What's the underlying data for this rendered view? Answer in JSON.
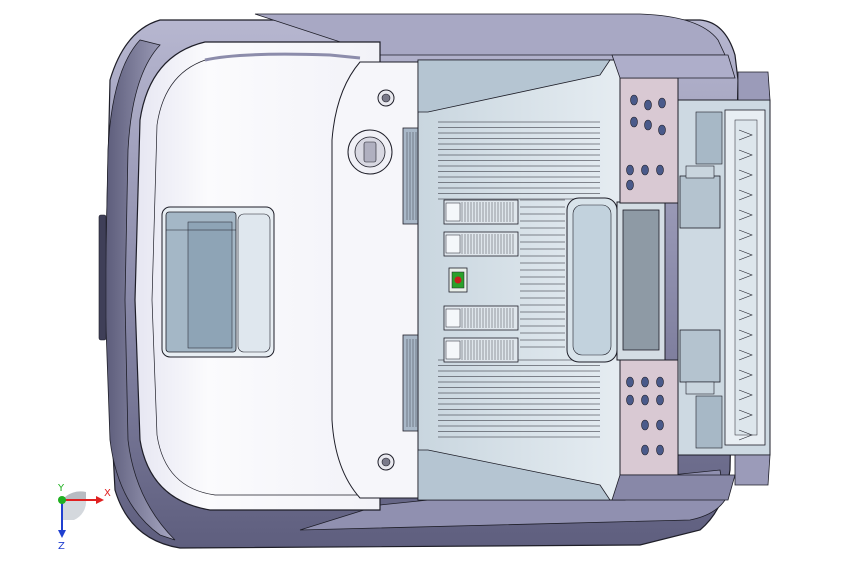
{
  "viewport": {
    "background": "#ffffff"
  },
  "colors": {
    "housing_dark": "#6f6f90",
    "housing_mid": "#9a9ab8",
    "housing_light": "#c9c9de",
    "cover_white": "#fbfbfd",
    "steel_blue": "#c6d5e0",
    "steel_dark": "#8aa0b3",
    "panel_pink": "#d9c9d3",
    "screen": "#8e9aa5",
    "outline": "#1e1e28",
    "led_red": "#c81e1e",
    "led_green": "#2aa02a"
  },
  "triad": {
    "x_label": "X",
    "y_label": "Y",
    "z_label": "Z",
    "x_color": "#e02020",
    "y_color": "#20b020",
    "z_color": "#2040d0"
  }
}
